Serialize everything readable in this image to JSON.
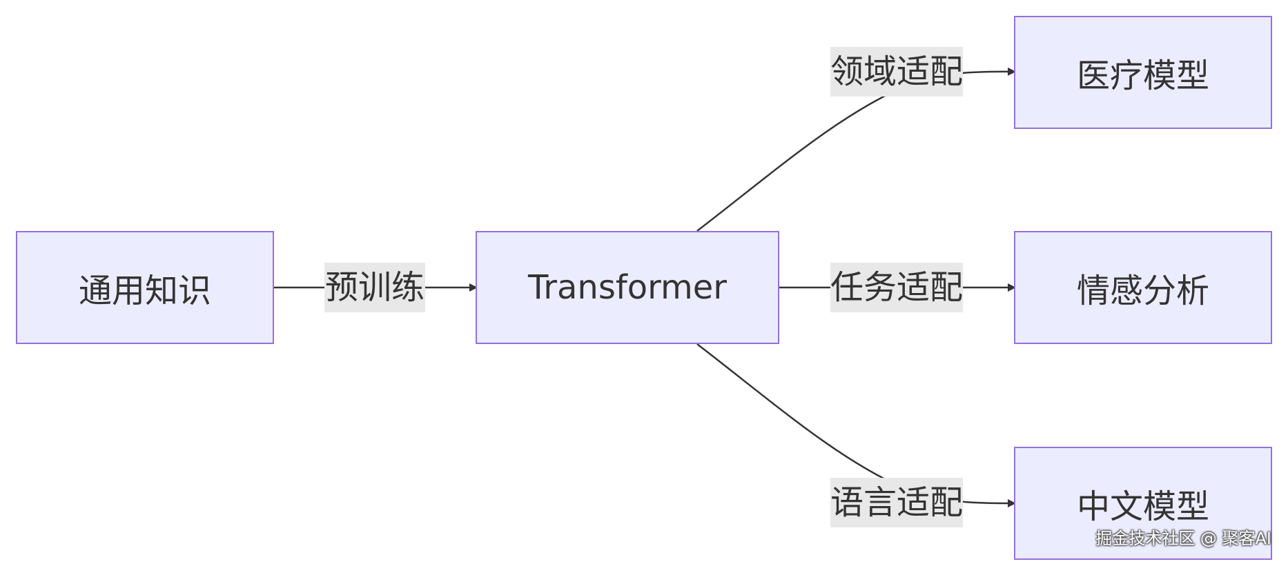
{
  "diagram": {
    "nodes": {
      "general_knowledge": "通用知识",
      "transformer": "Transformer",
      "medical_model": "医疗模型",
      "sentiment_analysis": "情感分析",
      "chinese_model": "中文模型"
    },
    "edge_labels": {
      "pretrain": "预训练",
      "domain_adapt": "领域适配",
      "task_adapt": "任务适配",
      "language_adapt": "语言适配"
    },
    "colors": {
      "node_fill": "#ececff",
      "node_border": "#9370db",
      "edge": "#333333",
      "label_bg": "#e8e8e8"
    }
  },
  "watermark": "掘金技术社区 @ 聚客AI"
}
